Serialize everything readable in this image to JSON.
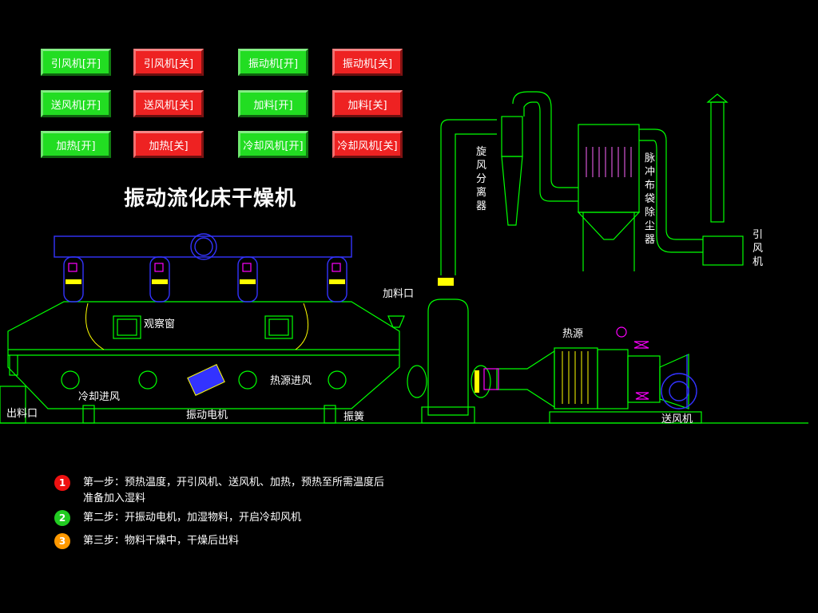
{
  "buttons": [
    {
      "label": "引风机[开]",
      "state": "on"
    },
    {
      "label": "引风机[关]",
      "state": "off"
    },
    {
      "label": "振动机[开]",
      "state": "on"
    },
    {
      "label": "振动机[关]",
      "state": "off"
    },
    {
      "label": "送风机[开]",
      "state": "on"
    },
    {
      "label": "送风机[关]",
      "state": "off"
    },
    {
      "label": "加料[开]",
      "state": "on"
    },
    {
      "label": "加料[关]",
      "state": "off"
    },
    {
      "label": "加热[开]",
      "state": "on"
    },
    {
      "label": "加热[关]",
      "state": "off"
    },
    {
      "label": "冷却风机[开]",
      "state": "on"
    },
    {
      "label": "冷却风机[关]",
      "state": "off"
    }
  ],
  "title": "振动流化床干燥机",
  "labels": {
    "observation_window": "观察窗",
    "feed_port": "加料口",
    "heat_source": "热源",
    "cooling_inlet": "冷却进风",
    "heat_inlet": "热源进风",
    "vibration_motor": "振动电机",
    "spring": "振簧",
    "discharge_port": "出料口",
    "blower": "送风机",
    "cyclone": "旋风分离器",
    "bag_filter": "脉冲布袋除尘器",
    "induced_fan": "引风机"
  },
  "steps": [
    {
      "num": "1",
      "color": "#ee1111",
      "text": "第一步：预热温度，开引风机、送风机、加热，预热至所需温度后准备加入湿料"
    },
    {
      "num": "2",
      "color": "#22cc22",
      "text": "第二步：开振动电机，加湿物料，开启冷却风机"
    },
    {
      "num": "3",
      "color": "#ff9900",
      "text": "第三步：物料干燥中，干燥后出料"
    }
  ],
  "colors": {
    "on": "#22dd22",
    "off": "#ee2222",
    "line": "#00ff00",
    "accent": "#ffff00",
    "blue": "#3333ff"
  }
}
